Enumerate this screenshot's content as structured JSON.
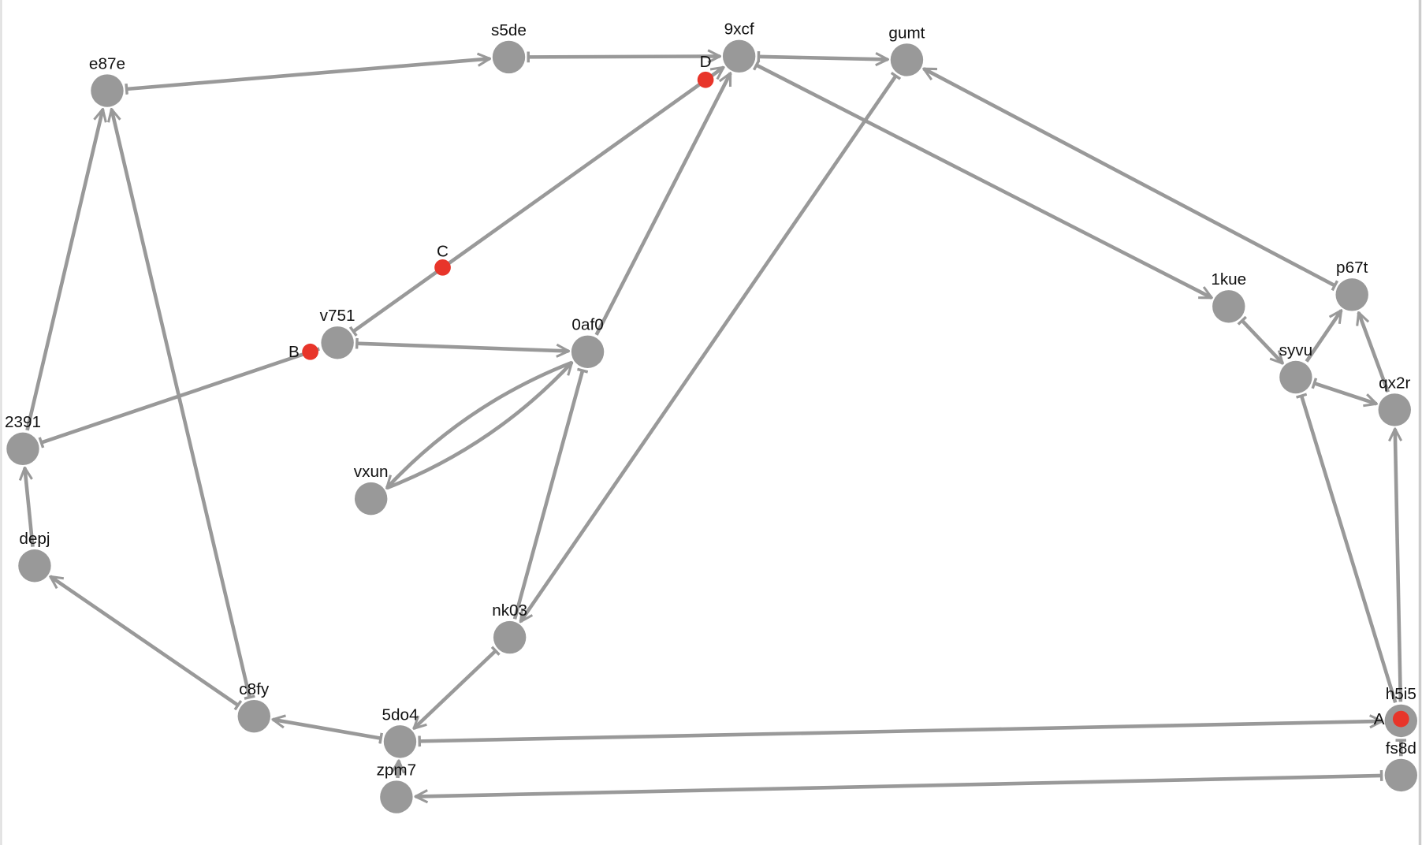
{
  "colors": {
    "node": "#999999",
    "edge": "#999999",
    "highlight": "#e8352a"
  },
  "nodes": [
    "e87e",
    "s5de",
    "9xcf",
    "gumt",
    "v751",
    "0af0",
    "vxun",
    "2391",
    "depj",
    "c8fy",
    "5do4",
    "zpm7",
    "nk03",
    "1kue",
    "p67t",
    "syvu",
    "qx2r",
    "h5i5",
    "fs8d"
  ],
  "points": [
    "A",
    "B",
    "C",
    "D"
  ],
  "edges": [
    {
      "from": "e87e",
      "to": "s5de",
      "start": "bar",
      "end": "arrow"
    },
    {
      "from": "s5de",
      "to": "9xcf",
      "start": "bar",
      "end": "arrow"
    },
    {
      "from": "9xcf",
      "to": "gumt",
      "start": "bar",
      "end": "arrow"
    },
    {
      "from": "v751",
      "to": "9xcf",
      "start": "bar",
      "end": "arrow"
    },
    {
      "from": "0af0",
      "to": "9xcf",
      "start": "none",
      "end": "arrow"
    },
    {
      "from": "9xcf",
      "to": "1kue",
      "start": "bar",
      "end": "arrow"
    },
    {
      "from": "p67t",
      "to": "gumt",
      "start": "bar",
      "end": "arrow"
    },
    {
      "from": "v751",
      "to": "0af0",
      "start": "bar",
      "end": "arrow"
    },
    {
      "from": "2391",
      "to": "v751",
      "start": "bar",
      "end": "none"
    },
    {
      "from": "2391",
      "to": "e87e",
      "start": "none",
      "end": "arrow"
    },
    {
      "from": "c8fy",
      "to": "e87e",
      "start": "bar",
      "end": "arrow"
    },
    {
      "from": "depj",
      "to": "2391",
      "start": "none",
      "end": "arrow"
    },
    {
      "from": "c8fy",
      "to": "depj",
      "start": "bar",
      "end": "arrow"
    },
    {
      "from": "5do4",
      "to": "c8fy",
      "start": "bar",
      "end": "arrow"
    },
    {
      "from": "5do4",
      "to": "h5i5",
      "start": "bar",
      "end": "arrow"
    },
    {
      "from": "fs8d",
      "to": "zpm7",
      "start": "bar",
      "end": "arrow"
    },
    {
      "from": "zpm7",
      "to": "5do4",
      "start": "none",
      "end": "arrow"
    },
    {
      "from": "nk03",
      "to": "5do4",
      "start": "bar",
      "end": "arrow"
    },
    {
      "from": "nk03",
      "to": "0af0",
      "start": "none",
      "end": "bar"
    },
    {
      "from": "nk03",
      "to": "gumt",
      "start": "arrow",
      "end": "bar"
    },
    {
      "from": "vxun",
      "to": "0af0",
      "start": "none",
      "end": "arrow",
      "curve": 1
    },
    {
      "from": "0af0",
      "to": "vxun",
      "start": "none",
      "end": "arrow",
      "curve": 1
    },
    {
      "from": "1kue",
      "to": "syvu",
      "start": "bar",
      "end": "arrow"
    },
    {
      "from": "syvu",
      "to": "p67t",
      "start": "none",
      "end": "arrow"
    },
    {
      "from": "syvu",
      "to": "qx2r",
      "start": "bar",
      "end": "arrow"
    },
    {
      "from": "qx2r",
      "to": "p67t",
      "start": "none",
      "end": "arrow"
    },
    {
      "from": "h5i5",
      "to": "syvu",
      "start": "none",
      "end": "bar"
    },
    {
      "from": "h5i5",
      "to": "qx2r",
      "start": "none",
      "end": "arrow"
    },
    {
      "from": "fs8d",
      "to": "h5i5",
      "start": "none",
      "end": "bar"
    }
  ]
}
